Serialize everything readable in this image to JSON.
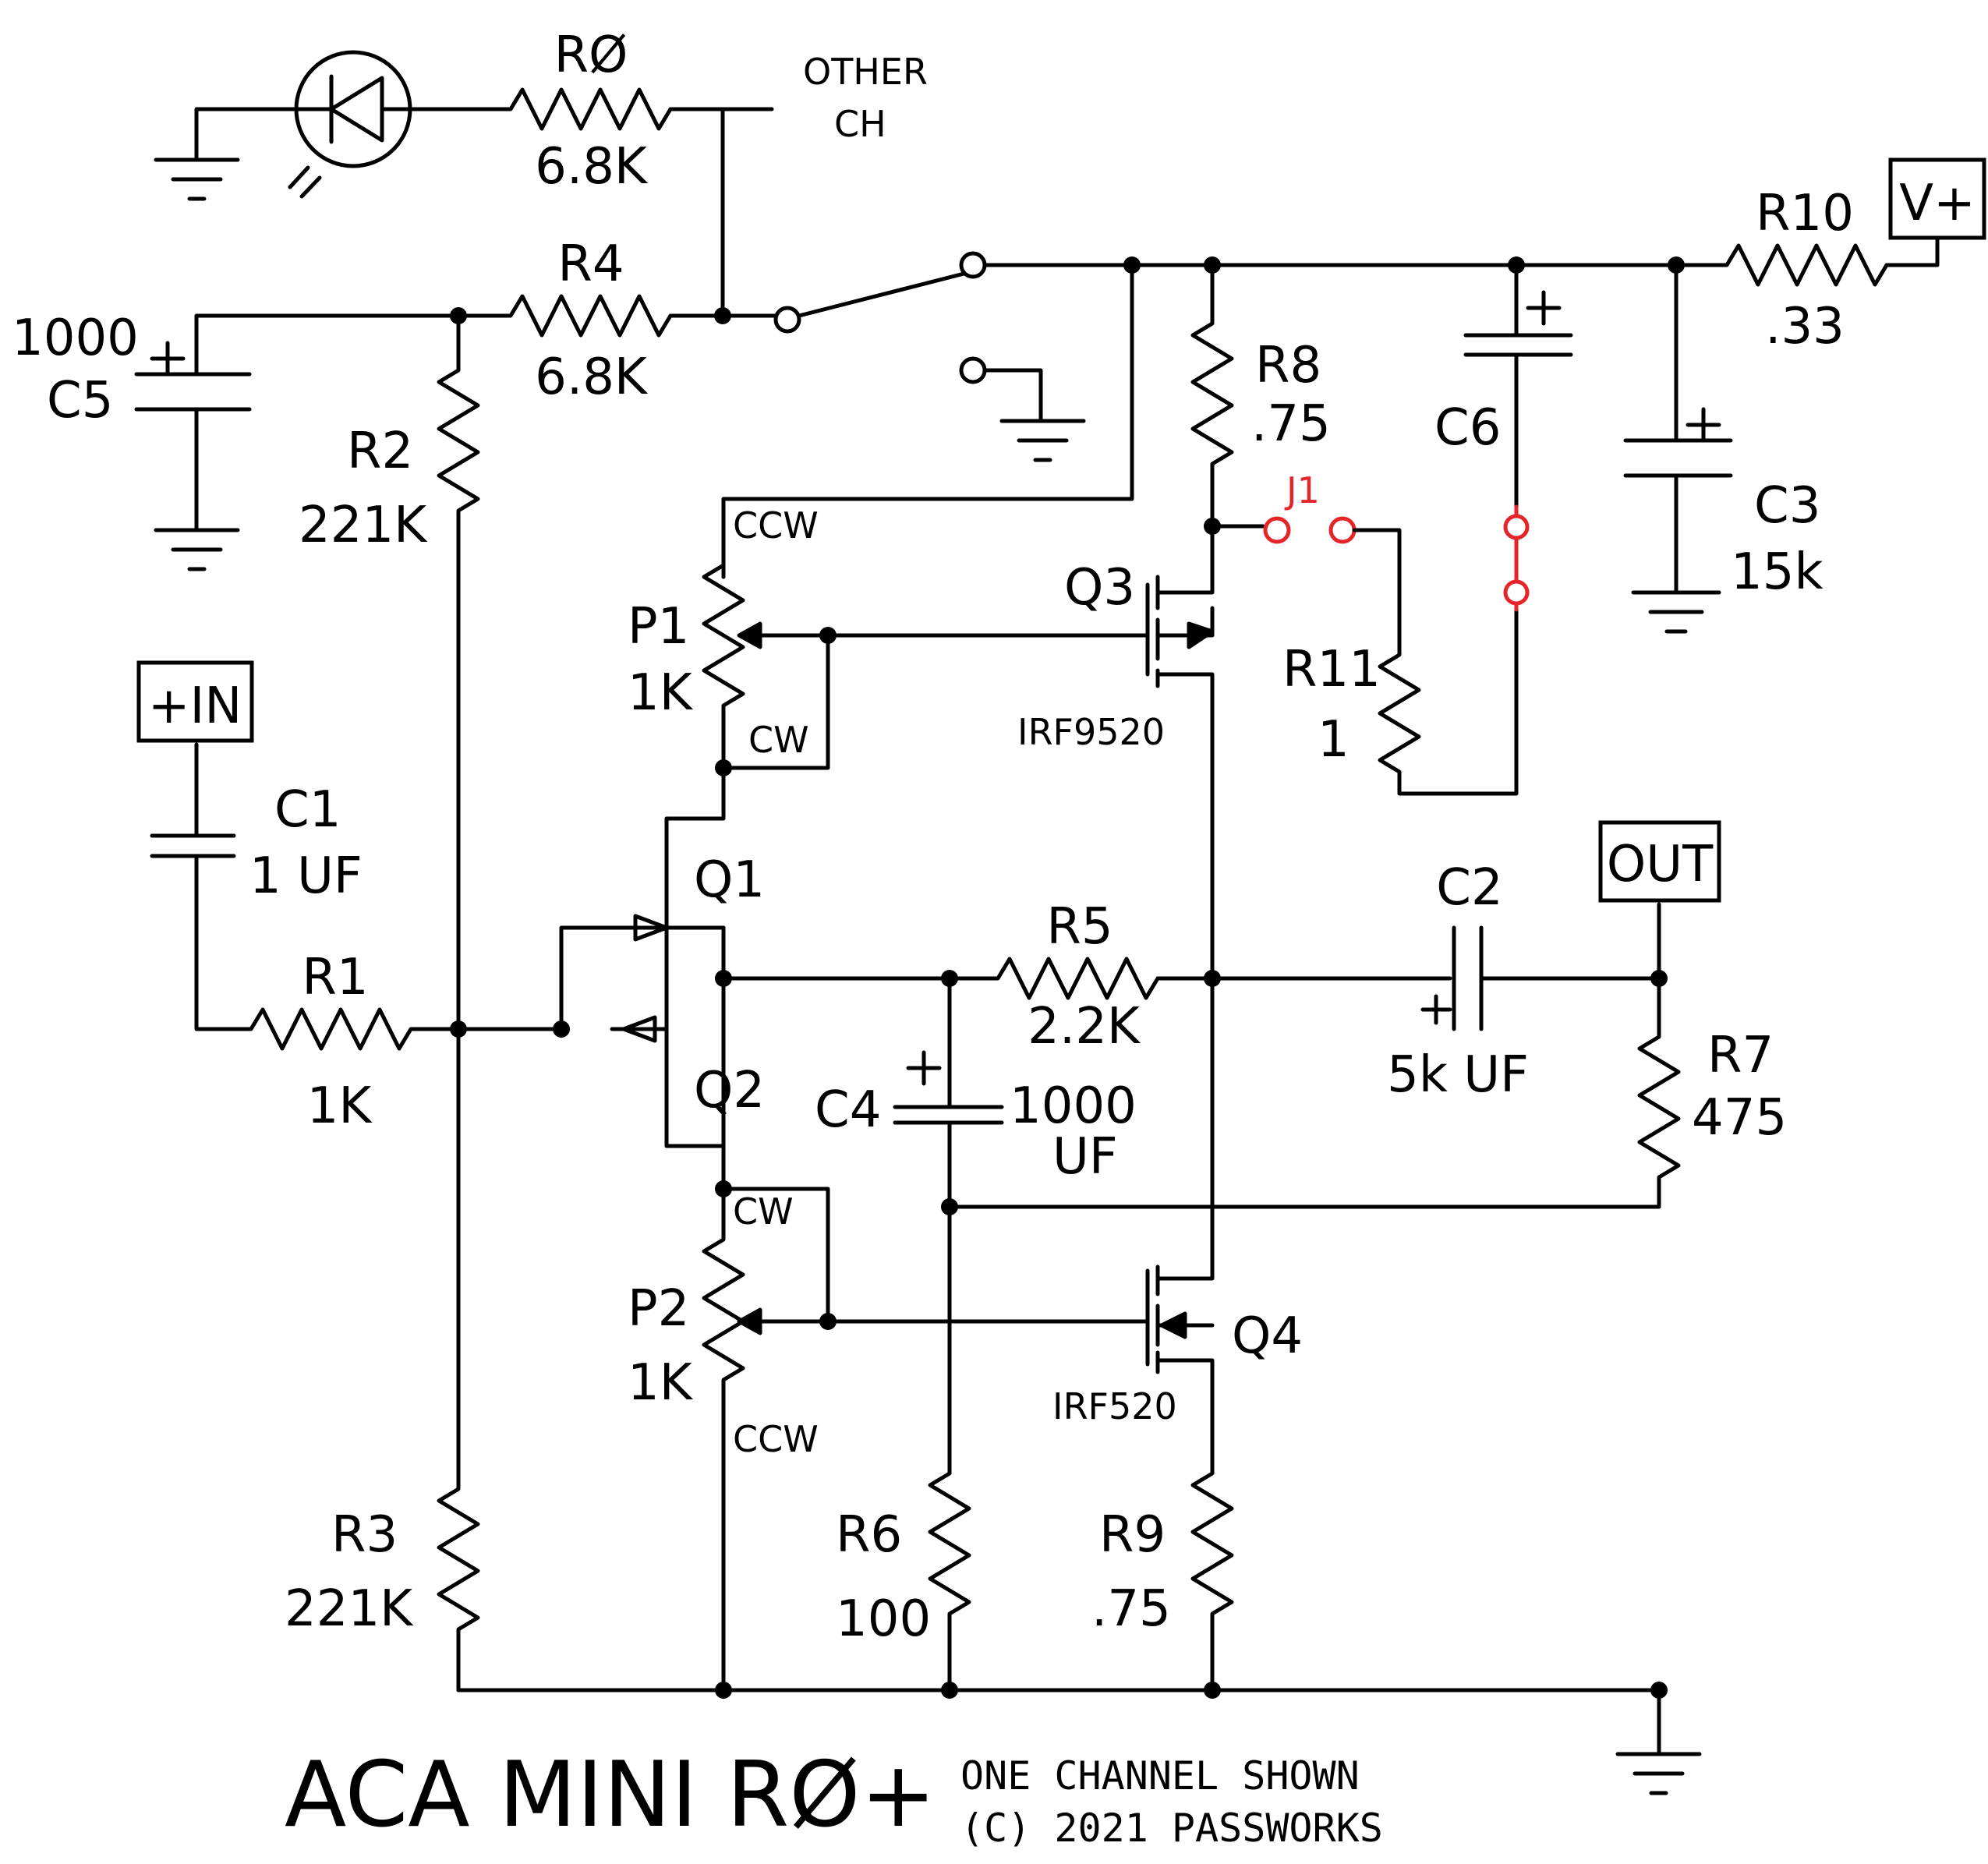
{
  "title": "ACA MINI RØ+",
  "footer": {
    "line1": "ONE CHANNEL SHOWN",
    "line2": "(C) 2021 PASSWORKS"
  },
  "terminals": {
    "in": "+IN",
    "out": "OUT",
    "vplus": "V+"
  },
  "other_channel": [
    "OTHER",
    "CH"
  ],
  "components": {
    "R0": {
      "ref": "RØ",
      "value": "6.8K"
    },
    "R4": {
      "ref": "R4",
      "value": "6.8K"
    },
    "R10": {
      "ref": "R10",
      "value": ".33"
    },
    "R8": {
      "ref": "R8",
      "value": ".75"
    },
    "R2": {
      "ref": "R2",
      "value": "221K"
    },
    "R3": {
      "ref": "R3",
      "value": "221K"
    },
    "R1": {
      "ref": "R1",
      "value": "1K"
    },
    "R5": {
      "ref": "R5",
      "value": "2.2K"
    },
    "R6": {
      "ref": "R6",
      "value": "100"
    },
    "R7": {
      "ref": "R7",
      "value": "475"
    },
    "R9": {
      "ref": "R9",
      "value": ".75"
    },
    "R11": {
      "ref": "R11",
      "value": "1"
    },
    "C1": {
      "ref": "C1",
      "value": "1  UF"
    },
    "C2": {
      "ref": "C2",
      "value": "5k UF"
    },
    "C3": {
      "ref": "C3",
      "value": "15k"
    },
    "C4": {
      "ref": "C4",
      "value": [
        "1000",
        "UF"
      ]
    },
    "C5": {
      "ref": "C5",
      "value": "1000"
    },
    "C6": {
      "ref": "C6"
    },
    "P1": {
      "ref": "P1",
      "value": "1K",
      "cw": "CW",
      "ccw": "CCW"
    },
    "P2": {
      "ref": "P2",
      "value": "1K",
      "cw": "CW",
      "ccw": "CCW"
    },
    "Q1": {
      "ref": "Q1"
    },
    "Q2": {
      "ref": "Q2"
    },
    "Q3": {
      "ref": "Q3",
      "part": "IRF9520"
    },
    "Q4": {
      "ref": "Q4",
      "part": "IRF520"
    },
    "J1": {
      "ref": "J1"
    }
  },
  "colors": {
    "wire": "#000000",
    "jumper": "#e5252a",
    "background": "#ffffff"
  }
}
